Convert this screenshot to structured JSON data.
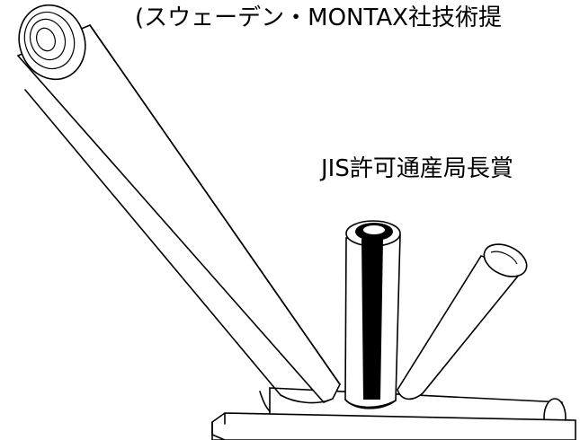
{
  "diagram": {
    "caption_top": "(スウェーデン・MONTAX社技術提",
    "caption_middle": "JIS許可通産局長賞",
    "colors": {
      "stroke": "#000000",
      "fill": "#ffffff"
    },
    "parts": [
      {
        "name": "large-diagonal-tube"
      },
      {
        "name": "center-vertical-tube"
      },
      {
        "name": "right-diagonal-tube"
      },
      {
        "name": "base-plate"
      },
      {
        "name": "horizontal-bottom-tube"
      }
    ]
  }
}
